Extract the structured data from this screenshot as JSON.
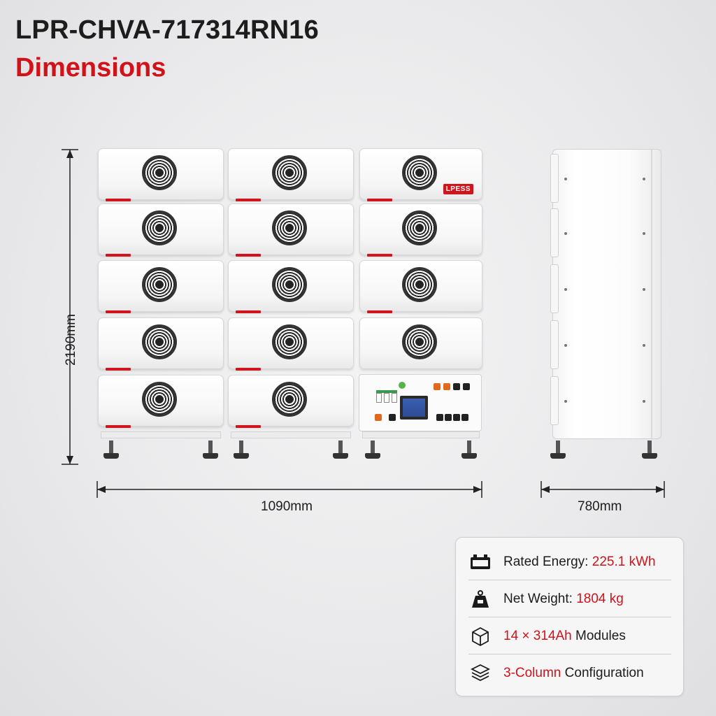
{
  "header": {
    "model": "LPR-CHVA-717314RN16",
    "subtitle": "Dimensions"
  },
  "dimensions": {
    "height": "2190mm",
    "width": "1090mm",
    "depth": "780mm"
  },
  "brand": {
    "logo_text": "LPESS",
    "accent_color": "#d01219"
  },
  "specs": [
    {
      "icon": "battery-icon",
      "label": "Rated Energy:",
      "value": "225.1 kWh"
    },
    {
      "icon": "weight-icon",
      "label": "Net Weight:",
      "value": "1804 kg"
    },
    {
      "icon": "cube-icon",
      "value": "14 × 314Ah",
      "label": "Modules"
    },
    {
      "icon": "layers-icon",
      "value": "3-Column",
      "label": "Configuration"
    }
  ]
}
